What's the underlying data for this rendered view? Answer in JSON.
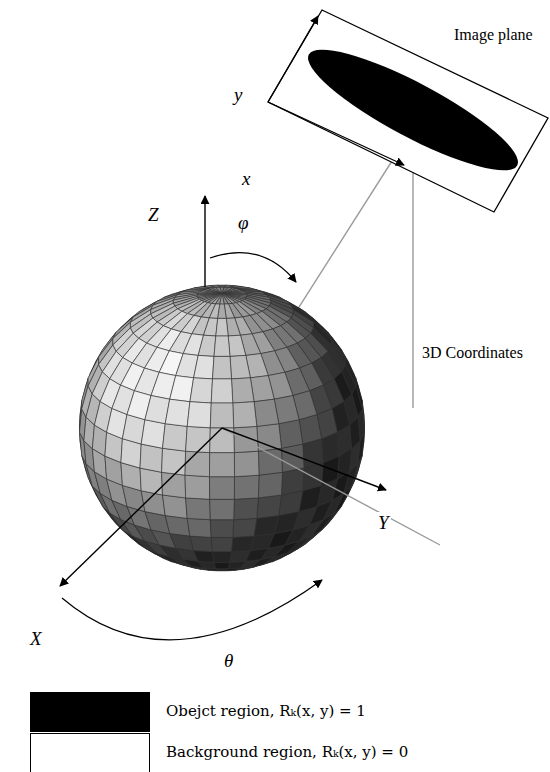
{
  "diagram": {
    "labels": [
      "Image plane",
      "y",
      "x",
      "Z",
      "φ",
      "3D Coordinates",
      "Y",
      "X",
      "θ"
    ],
    "legend": [
      {
        "text": "Obejct region, Rₖ(x, y) = 1",
        "color": "#000000"
      },
      {
        "text": "Background region, Rₖ(x, y) = 0",
        "color": "#ffffff"
      }
    ]
  }
}
